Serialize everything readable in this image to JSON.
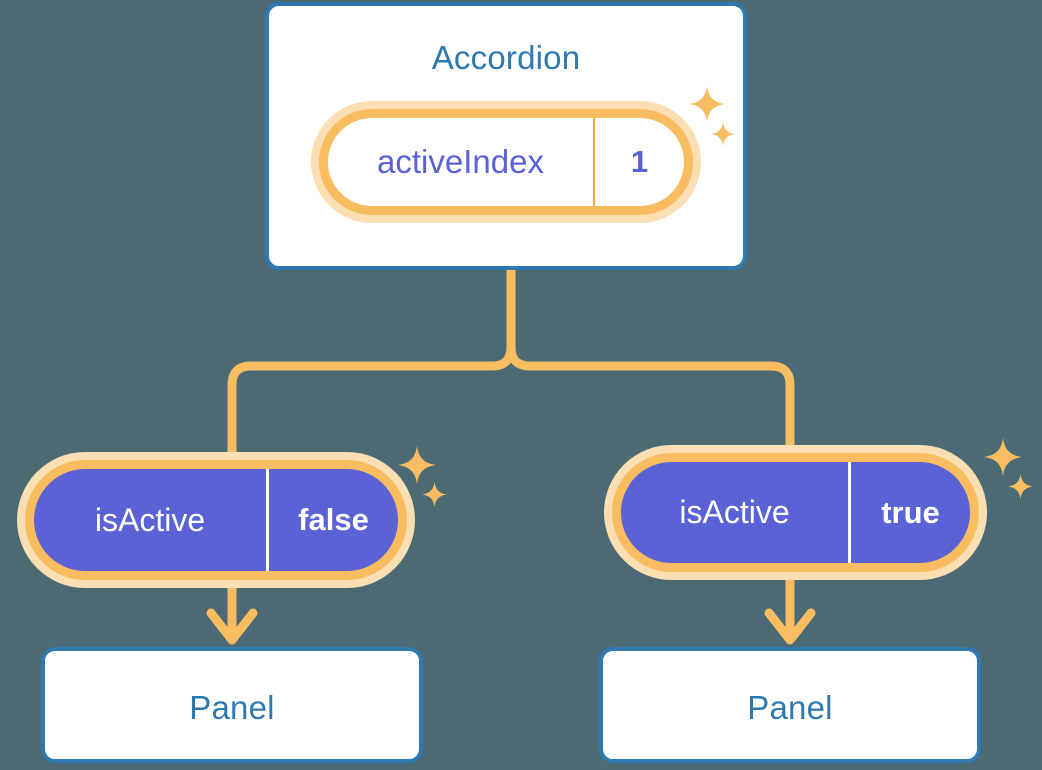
{
  "background_color": "#4c6a73",
  "palette": {
    "card_border": "#2e7ab0",
    "card_fill": "#ffffff",
    "title_text": "#2e7ab0",
    "pill_ring": "#f8bd60",
    "pill_halo": "#fbdfb2",
    "pill_state_fill": "#5b62d6",
    "pill_state_text": "#ffffff",
    "pill_top_text": "#5b62d6",
    "connector": "#f8bd60",
    "sparkle": "#f8bd60"
  },
  "root": {
    "title": "Accordion",
    "state": {
      "key": "activeIndex",
      "value": "1"
    }
  },
  "branches": [
    {
      "state": {
        "key": "isActive",
        "value": "false"
      },
      "panel": {
        "title": "Panel"
      }
    },
    {
      "state": {
        "key": "isActive",
        "value": "true"
      },
      "panel": {
        "title": "Panel"
      }
    }
  ],
  "icons": {
    "sparkle_large": "sparkle-icon",
    "sparkle_small": "sparkle-icon",
    "arrow_down": "arrow-down-icon"
  }
}
